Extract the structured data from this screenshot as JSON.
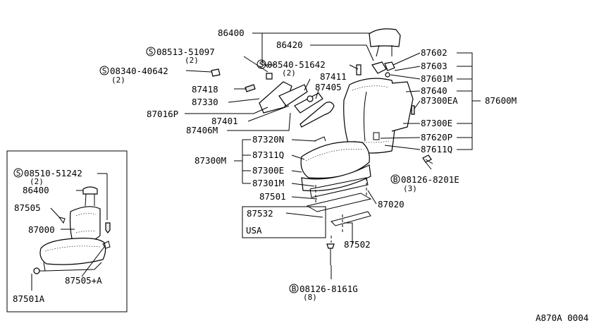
{
  "callouts": {
    "p86400": "86400",
    "p86420": "86420",
    "p87602": "87602",
    "p87603": "87603",
    "p87601M": "87601M",
    "p87640": "87640",
    "p87300EA": "87300EA",
    "p87600M": "87600M",
    "p87300E_back": "87300E",
    "p87620P": "87620P",
    "p87611Q": "87611Q",
    "s08513": "08513-51097",
    "s08513_qty": "(2)",
    "s08340": "08340-40642",
    "s08340_qty": "(2)",
    "s08540": "08540-51642",
    "s08540_qty": "(2)",
    "p87411": "87411",
    "p87405": "87405",
    "p87418": "87418",
    "p87330": "87330",
    "p87016P": "87016P",
    "p87401": "87401",
    "p87406M": "87406M",
    "p87320N": "87320N",
    "p87311Q": "87311Q",
    "p87300M": "87300M",
    "p87300E_cush": "87300E",
    "p87301M": "87301M",
    "p87501": "87501",
    "p87020": "87020",
    "b08126_82": "08126-8201E",
    "b08126_82_qty": "(3)",
    "p87532": "87532",
    "usa": "USA",
    "p87502": "87502",
    "b08126_81": "08126-8161G",
    "b08126_81_qty": "(8)"
  },
  "inset": {
    "s08510": "08510-51242",
    "s08510_qty": "(2)",
    "p86400": "86400",
    "p87505": "87505",
    "p87000": "87000",
    "p87505A": "87505+A",
    "p87501A": "87501A"
  },
  "symbols": {
    "screw": "S",
    "bolt": "B"
  },
  "figure_code": "A870A 0004"
}
